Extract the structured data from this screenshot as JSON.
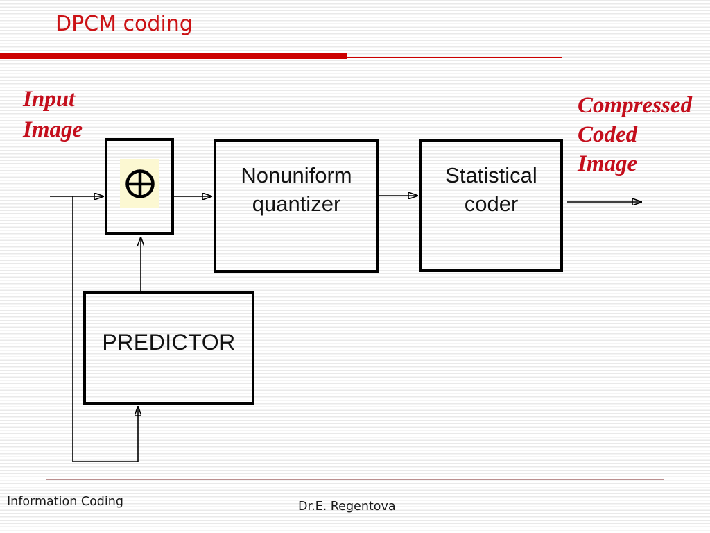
{
  "title": "DPCM coding",
  "input_label": {
    "line1": "Input",
    "line2": "Image"
  },
  "output_label": {
    "line1": "Compressed",
    "line2": "Coded",
    "line3": "Image"
  },
  "blocks": {
    "adder": {
      "icon": "circled-plus"
    },
    "quantizer": {
      "line1": "Nonuniform",
      "line2": "quantizer"
    },
    "coder": {
      "line1": "Statistical",
      "line2": "coder"
    },
    "predictor": {
      "label": "PREDICTOR"
    }
  },
  "footer": {
    "left": "Information Coding",
    "center": "Dr.E. Regentova"
  },
  "colors": {
    "title_red": "#cb1215",
    "label_red": "#c40e1c",
    "bar_red": "#cc0000",
    "divider_rose": "#bb9090",
    "highlight_yellow": "#fcf8d2"
  }
}
